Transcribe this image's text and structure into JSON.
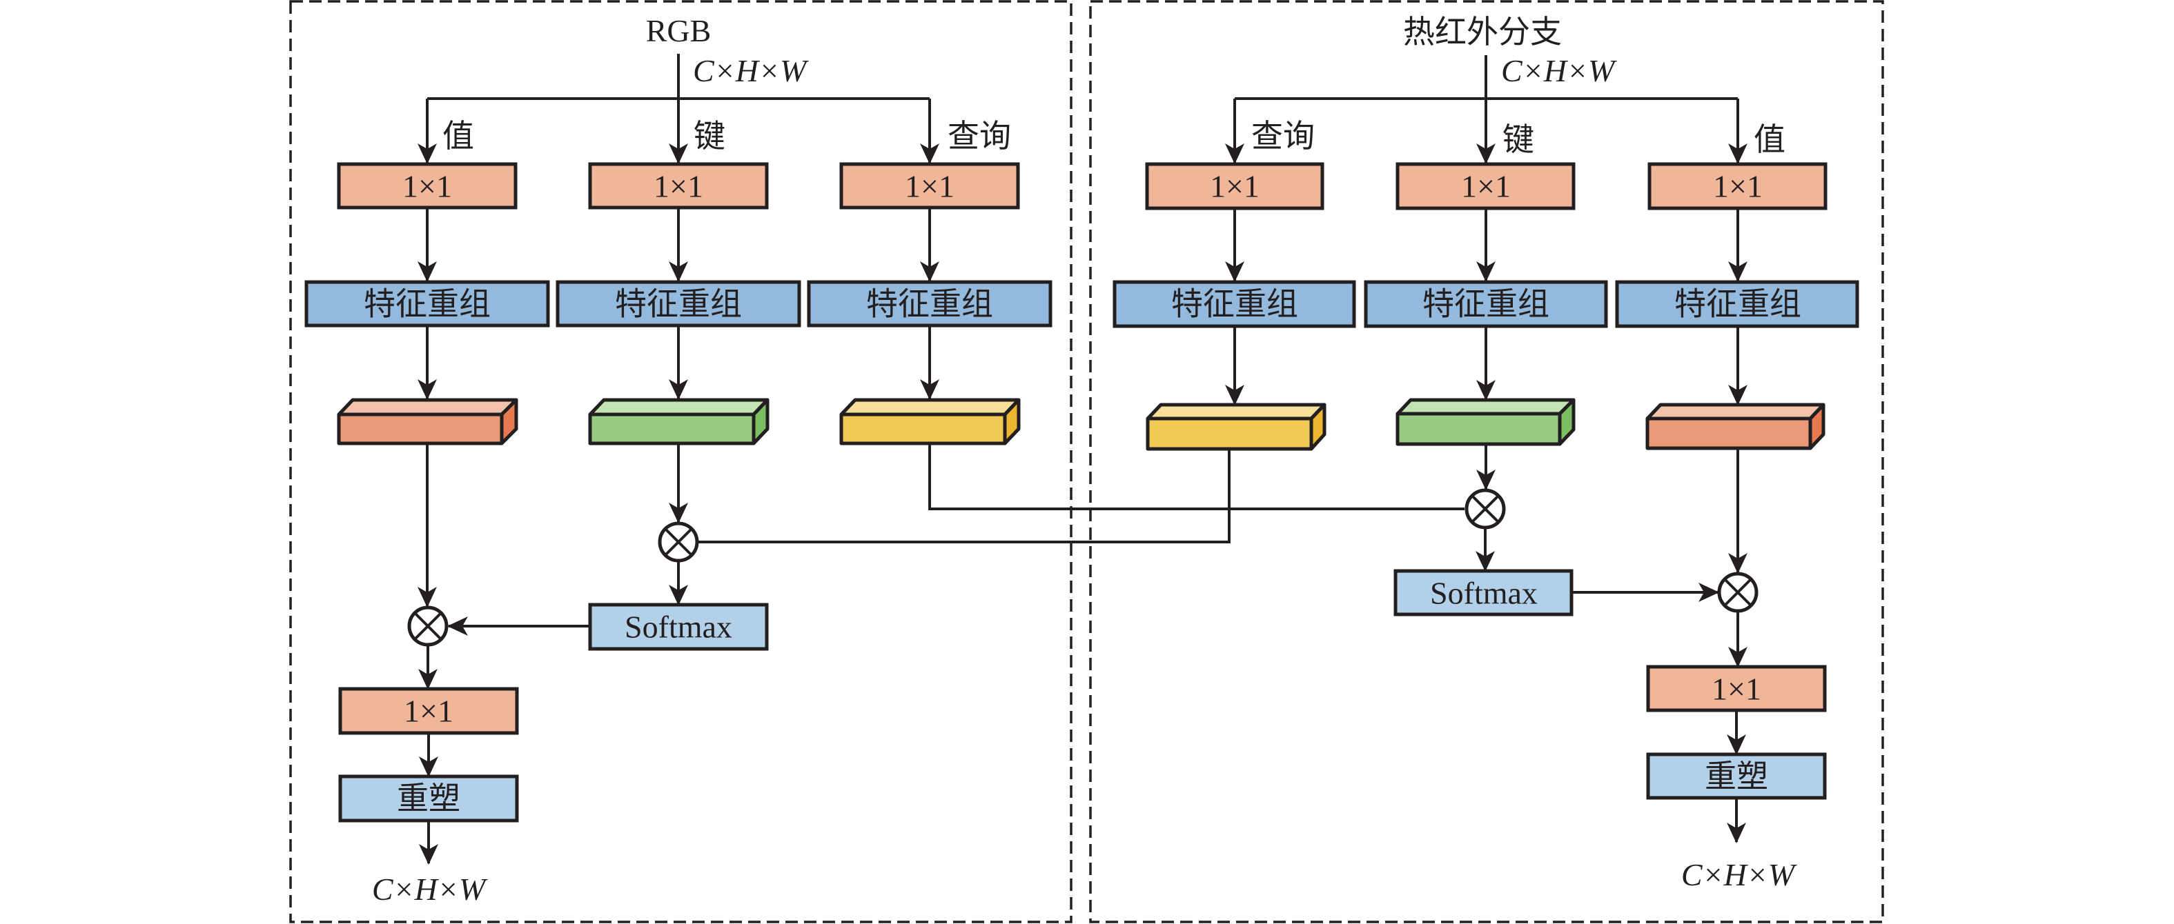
{
  "figure": {
    "type": "cross-modal attention block diagram",
    "colors": {
      "conv": "#F0B69A",
      "reshape": "#93BADC",
      "softmax": "#B2D0E8",
      "value_block": [
        "#EA9A78",
        "#F3C2AA",
        "#E67A4E"
      ],
      "key_block": [
        "#98CC84",
        "#C2E3B2",
        "#7CBF62"
      ],
      "query_block": [
        "#F1C955",
        "#F6DF98",
        "#EDB630"
      ],
      "line": "#231F20"
    }
  },
  "left": {
    "title": "RGB",
    "input_dim": "C×H×W",
    "branch_labels": [
      "值",
      "键",
      "查询"
    ],
    "conv_labels": [
      "1×1",
      "1×1",
      "1×1"
    ],
    "regroup_labels": [
      "特征重组",
      "特征重组",
      "特征重组"
    ],
    "softmax_label": "Softmax",
    "out_conv_label": "1×1",
    "reshape_label": "重塑",
    "output_dim": "C×H×W"
  },
  "right": {
    "title": "热红外分支",
    "input_dim": "C×H×W",
    "branch_labels": [
      "查询",
      "键",
      "值"
    ],
    "conv_labels": [
      "1×1",
      "1×1",
      "1×1"
    ],
    "regroup_labels": [
      "特征重组",
      "特征重组",
      "特征重组"
    ],
    "softmax_label": "Softmax",
    "out_conv_label": "1×1",
    "reshape_label": "重塑",
    "output_dim": "C×H×W"
  }
}
